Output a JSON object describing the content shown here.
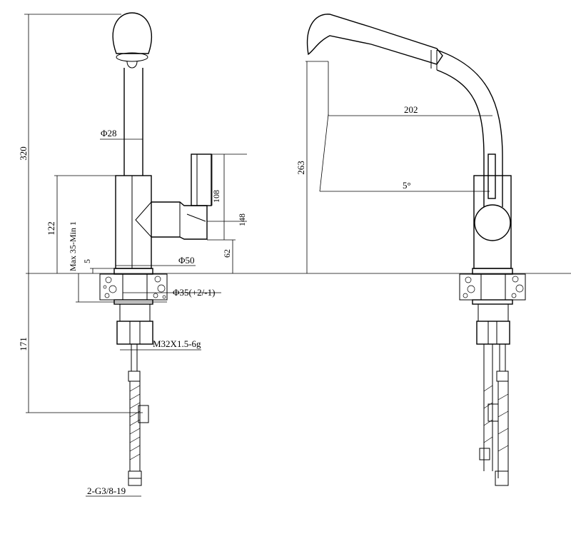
{
  "dimensions": {
    "front_height": "320",
    "stem_diameter": "Φ28",
    "base_height": "122",
    "deck_thickness": "Max 35-Min 1",
    "gap_small": "5",
    "base_diameter": "Φ50",
    "handle_height": "108",
    "handle_total": "148",
    "handle_offset": "62",
    "hole_diameter": "Φ35(+2/-1)",
    "below_deck": "171",
    "thread": "M32X1.5-6g",
    "hose_connector": "2-G3/8-19",
    "side_height": "263",
    "spout_reach": "202",
    "tilt_angle": "5°"
  }
}
